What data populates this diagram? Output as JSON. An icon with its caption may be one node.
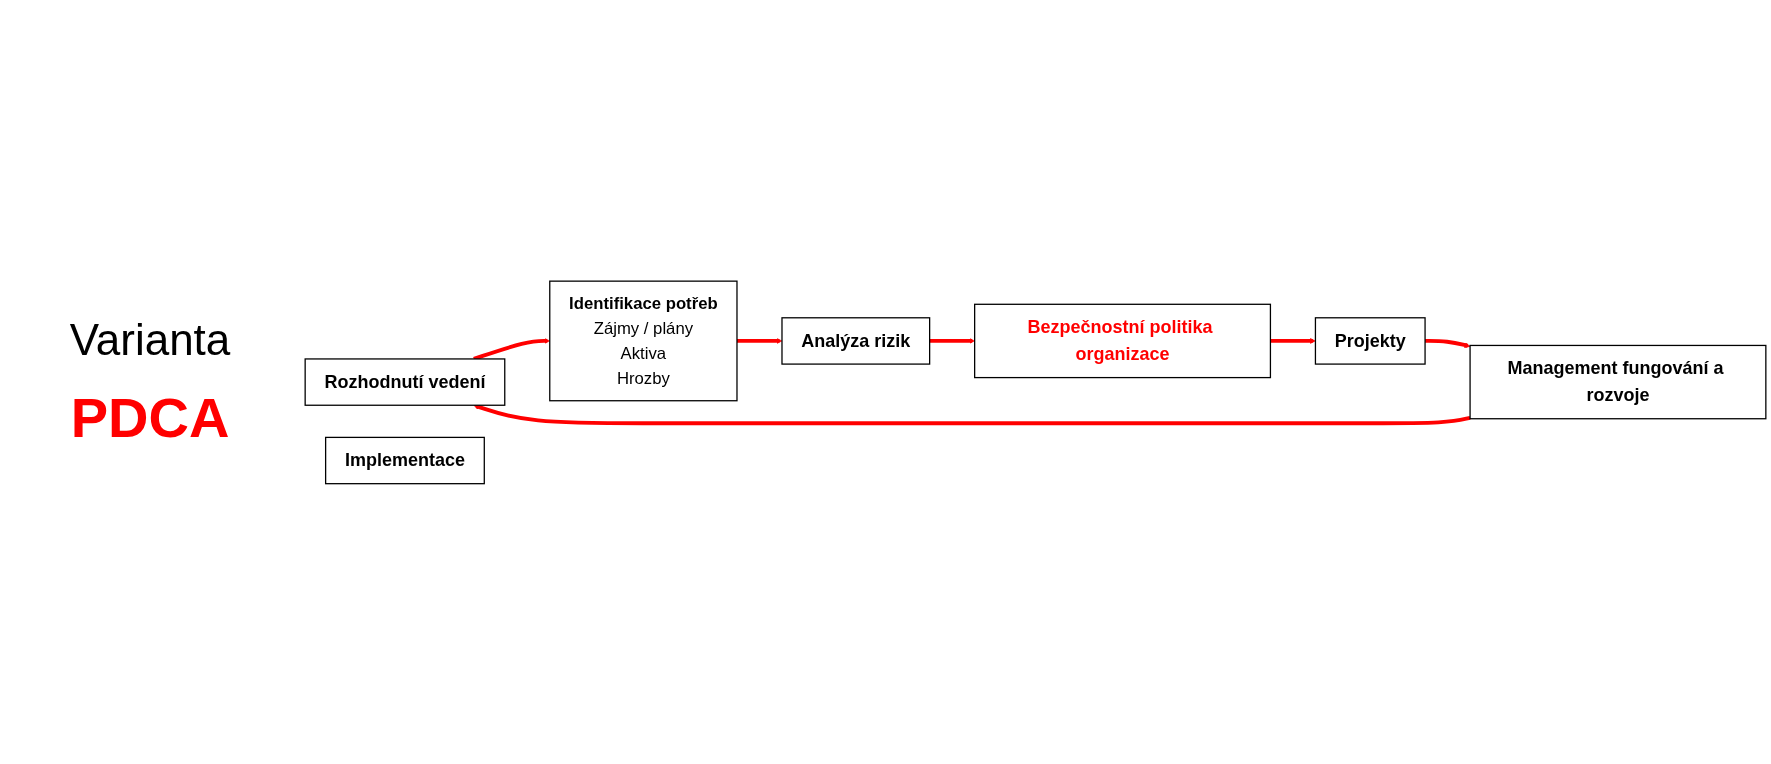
{
  "diagram": {
    "nodes": [
      {
        "text": [
          "Rozhodnutí vedení"
        ]
      },
      {
        "text": [
          "Identifikace potřeb",
          "Zájmy / plány",
          "Aktiva",
          "Hrozby"
        ]
      },
      {
        "text": [
          "Analýza rizik"
        ]
      },
      {
        "text": [
          "Bezpečnostní politika organizace"
        ]
      },
      {
        "text": [
          "Projekty"
        ]
      },
      {
        "text": [
          "Implementace"
        ]
      },
      {
        "text": [
          "Management fungování a rozvoje"
        ]
      }
    ],
    "edges": [
      {
        "from": 6,
        "to": 0,
        "arrow": "to"
      },
      {
        "from": 0,
        "to": 1,
        "arrow": "to"
      },
      {
        "from": 1,
        "to": 2,
        "arrow": "to"
      },
      {
        "from": 2,
        "to": 3,
        "arrow": "to"
      },
      {
        "from": 3,
        "to": 4,
        "arrow": "to"
      },
      {
        "from": 4,
        "to": 6,
        "arrow": "to"
      }
    ],
    "labels": [
      "Varianta",
      "PDCA"
    ]
  }
}
